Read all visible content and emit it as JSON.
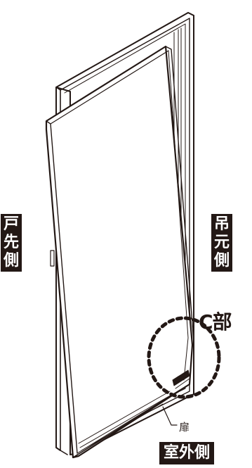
{
  "labels": {
    "tosaki": [
      "戸",
      "先",
      "側"
    ],
    "tsurimoto": [
      "吊",
      "元",
      "側"
    ],
    "c_part": "C部",
    "door": "扉",
    "outside": "室外側"
  },
  "colors": {
    "ink": "#231815",
    "background": "#ffffff"
  }
}
